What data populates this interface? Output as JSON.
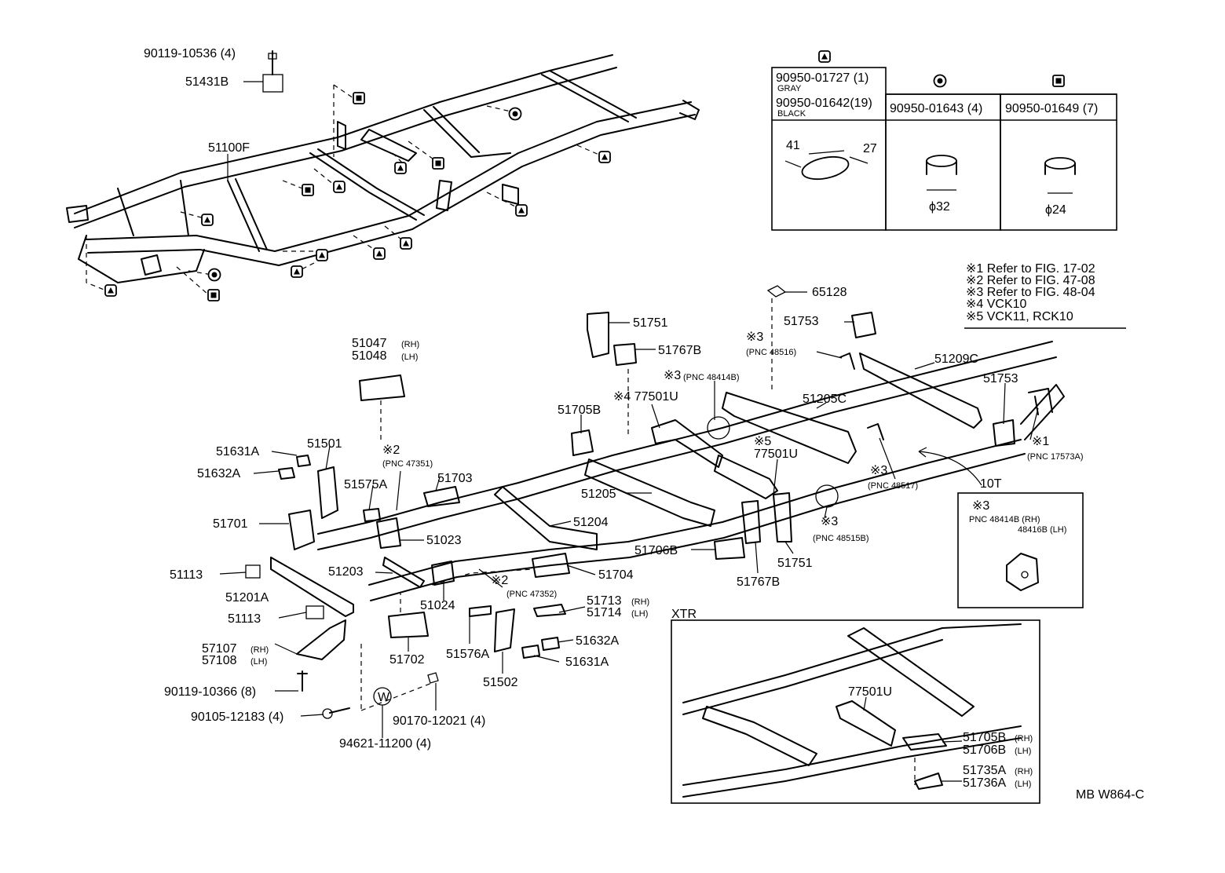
{
  "labels": {
    "p90119_10536": "90119-10536 (4)",
    "p51431b": "51431B",
    "p51100f": "51100F",
    "p51047": "51047",
    "p51048": "51048",
    "rh": "(RH)",
    "lh": "(LH)",
    "p51631a": "51631A",
    "p51632a": "51632A",
    "p51501": "51501",
    "p51575a": "51575A",
    "n2": "※2",
    "pnc47351": "(PNC 47351)",
    "p51703": "51703",
    "p51701": "51701",
    "p51023": "51023",
    "p51113": "51113",
    "p51201a": "51201A",
    "p51203": "51203",
    "p51024": "51024",
    "pnc47352": "(PNC 47352)",
    "p51704": "51704",
    "p51713": "51713",
    "p51714": "51714",
    "p51702": "51702",
    "p51576a": "51576A",
    "p51502": "51502",
    "p51632a_b": "51632A",
    "p51631a_b": "51631A",
    "p57107": "57107",
    "p57108": "57108",
    "p90119_10366": "90119-10366 (8)",
    "p90105_12183": "90105-12183 (4)",
    "p94621_11200": "94621-11200 (4)",
    "p90170_12021": "90170-12021 (4)",
    "w_symbol": "W",
    "p51751": "51751",
    "p51767b": "51767B",
    "n4_77501u": "※4 77501U",
    "p51705b": "51705B",
    "p51205": "51205",
    "p51204": "51204",
    "p51706b": "51706B",
    "p51767b_b": "51767B",
    "p51751_b": "51751",
    "n5": "※5",
    "p77501u": "77501U",
    "n3": "※3",
    "pnc48515b": "(PNC 48515B)",
    "pnc48414b": "(PNC 48414B)",
    "p51205c": "51205C",
    "pnc48516": "(PNC 48516)",
    "p65128": "65128",
    "p51753": "51753",
    "p51209c": "51209C",
    "p51753_b": "51753",
    "n1": "※1",
    "pnc17573a": "(PNC 17573A)",
    "pnc48517": "(PNC 48517)",
    "ten_t": "10T",
    "pnc48414b_rh": "PNC 48414B (RH)",
    "pnc48416b_lh": "48416B (LH)",
    "xtr": "XTR",
    "xtr_77501u": "77501U",
    "p51705b_x": "51705B",
    "p51706b_x": "51706B",
    "p51735a": "51735A",
    "p51736a": "51736A",
    "drawing_code": "MB  W864-C"
  },
  "notes": [
    "※1 Refer  to  FIG. 17-02",
    "※2 Refer  to  FIG. 47-08",
    "※3 Refer  to  FIG. 48-04",
    "※4 VCK10",
    "※5 VCK11, RCK10"
  ],
  "plug_table": {
    "col1": {
      "part1": "90950-01727 (1)",
      "color1": "GRAY",
      "part2": "90950-01642(19)",
      "color2": "BLACK",
      "dim_a": "41",
      "dim_b": "27"
    },
    "col2": {
      "part": "90950-01643 (4)",
      "dim": "ϕ32"
    },
    "col3": {
      "part": "90950-01649 (7)",
      "dim": "ϕ24"
    }
  },
  "colors": {
    "ink": "#000000",
    "paper": "#ffffff"
  },
  "symbols": [
    "triangle-plug-symbol",
    "round-plug-symbol",
    "square-plug-symbol"
  ]
}
